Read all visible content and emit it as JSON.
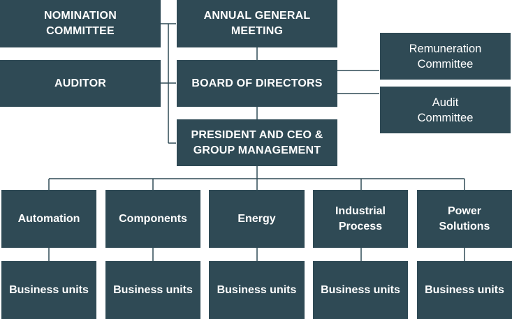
{
  "org_chart": {
    "nomination_committee": "NOMINATION\nCOMMITTEE",
    "auditor": "AUDITOR",
    "annual_general_meeting": "ANNUAL GENERAL\nMEETING",
    "board_of_directors": "BOARD OF DIRECTORS",
    "president_ceo": "PRESIDENT AND CEO &\nGROUP MANAGEMENT",
    "remuneration_committee": "Remuneration\nCommittee",
    "audit_committee": "Audit\nCommittee",
    "divisions": [
      {
        "label": "Automation",
        "units": "Business units"
      },
      {
        "label": "Components",
        "units": "Business units"
      },
      {
        "label": "Energy",
        "units": "Business units"
      },
      {
        "label": "Industrial\nProcess",
        "units": "Business units"
      },
      {
        "label": "Power\nSolutions",
        "units": "Business units"
      }
    ]
  },
  "colors": {
    "box": "#2f4a55",
    "line": "#2f4a55",
    "text": "#ffffff"
  }
}
